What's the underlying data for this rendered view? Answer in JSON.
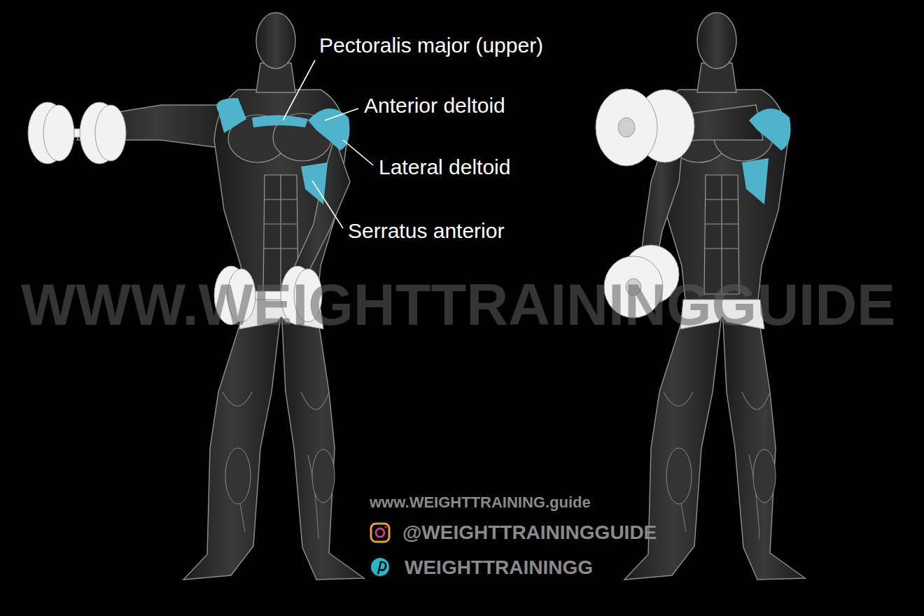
{
  "diagram": {
    "labels": [
      "Pectoralis major (upper)",
      "Anterior deltoid",
      "Lateral deltoid",
      "Serratus anterior",
      "WWW.WEIGHTTRAININGGUIDE",
      "www.WEIGHTTRAINING.guide",
      "@WEIGHTTRAININGGUIDE",
      "WEIGHTTRAININGG"
    ]
  }
}
